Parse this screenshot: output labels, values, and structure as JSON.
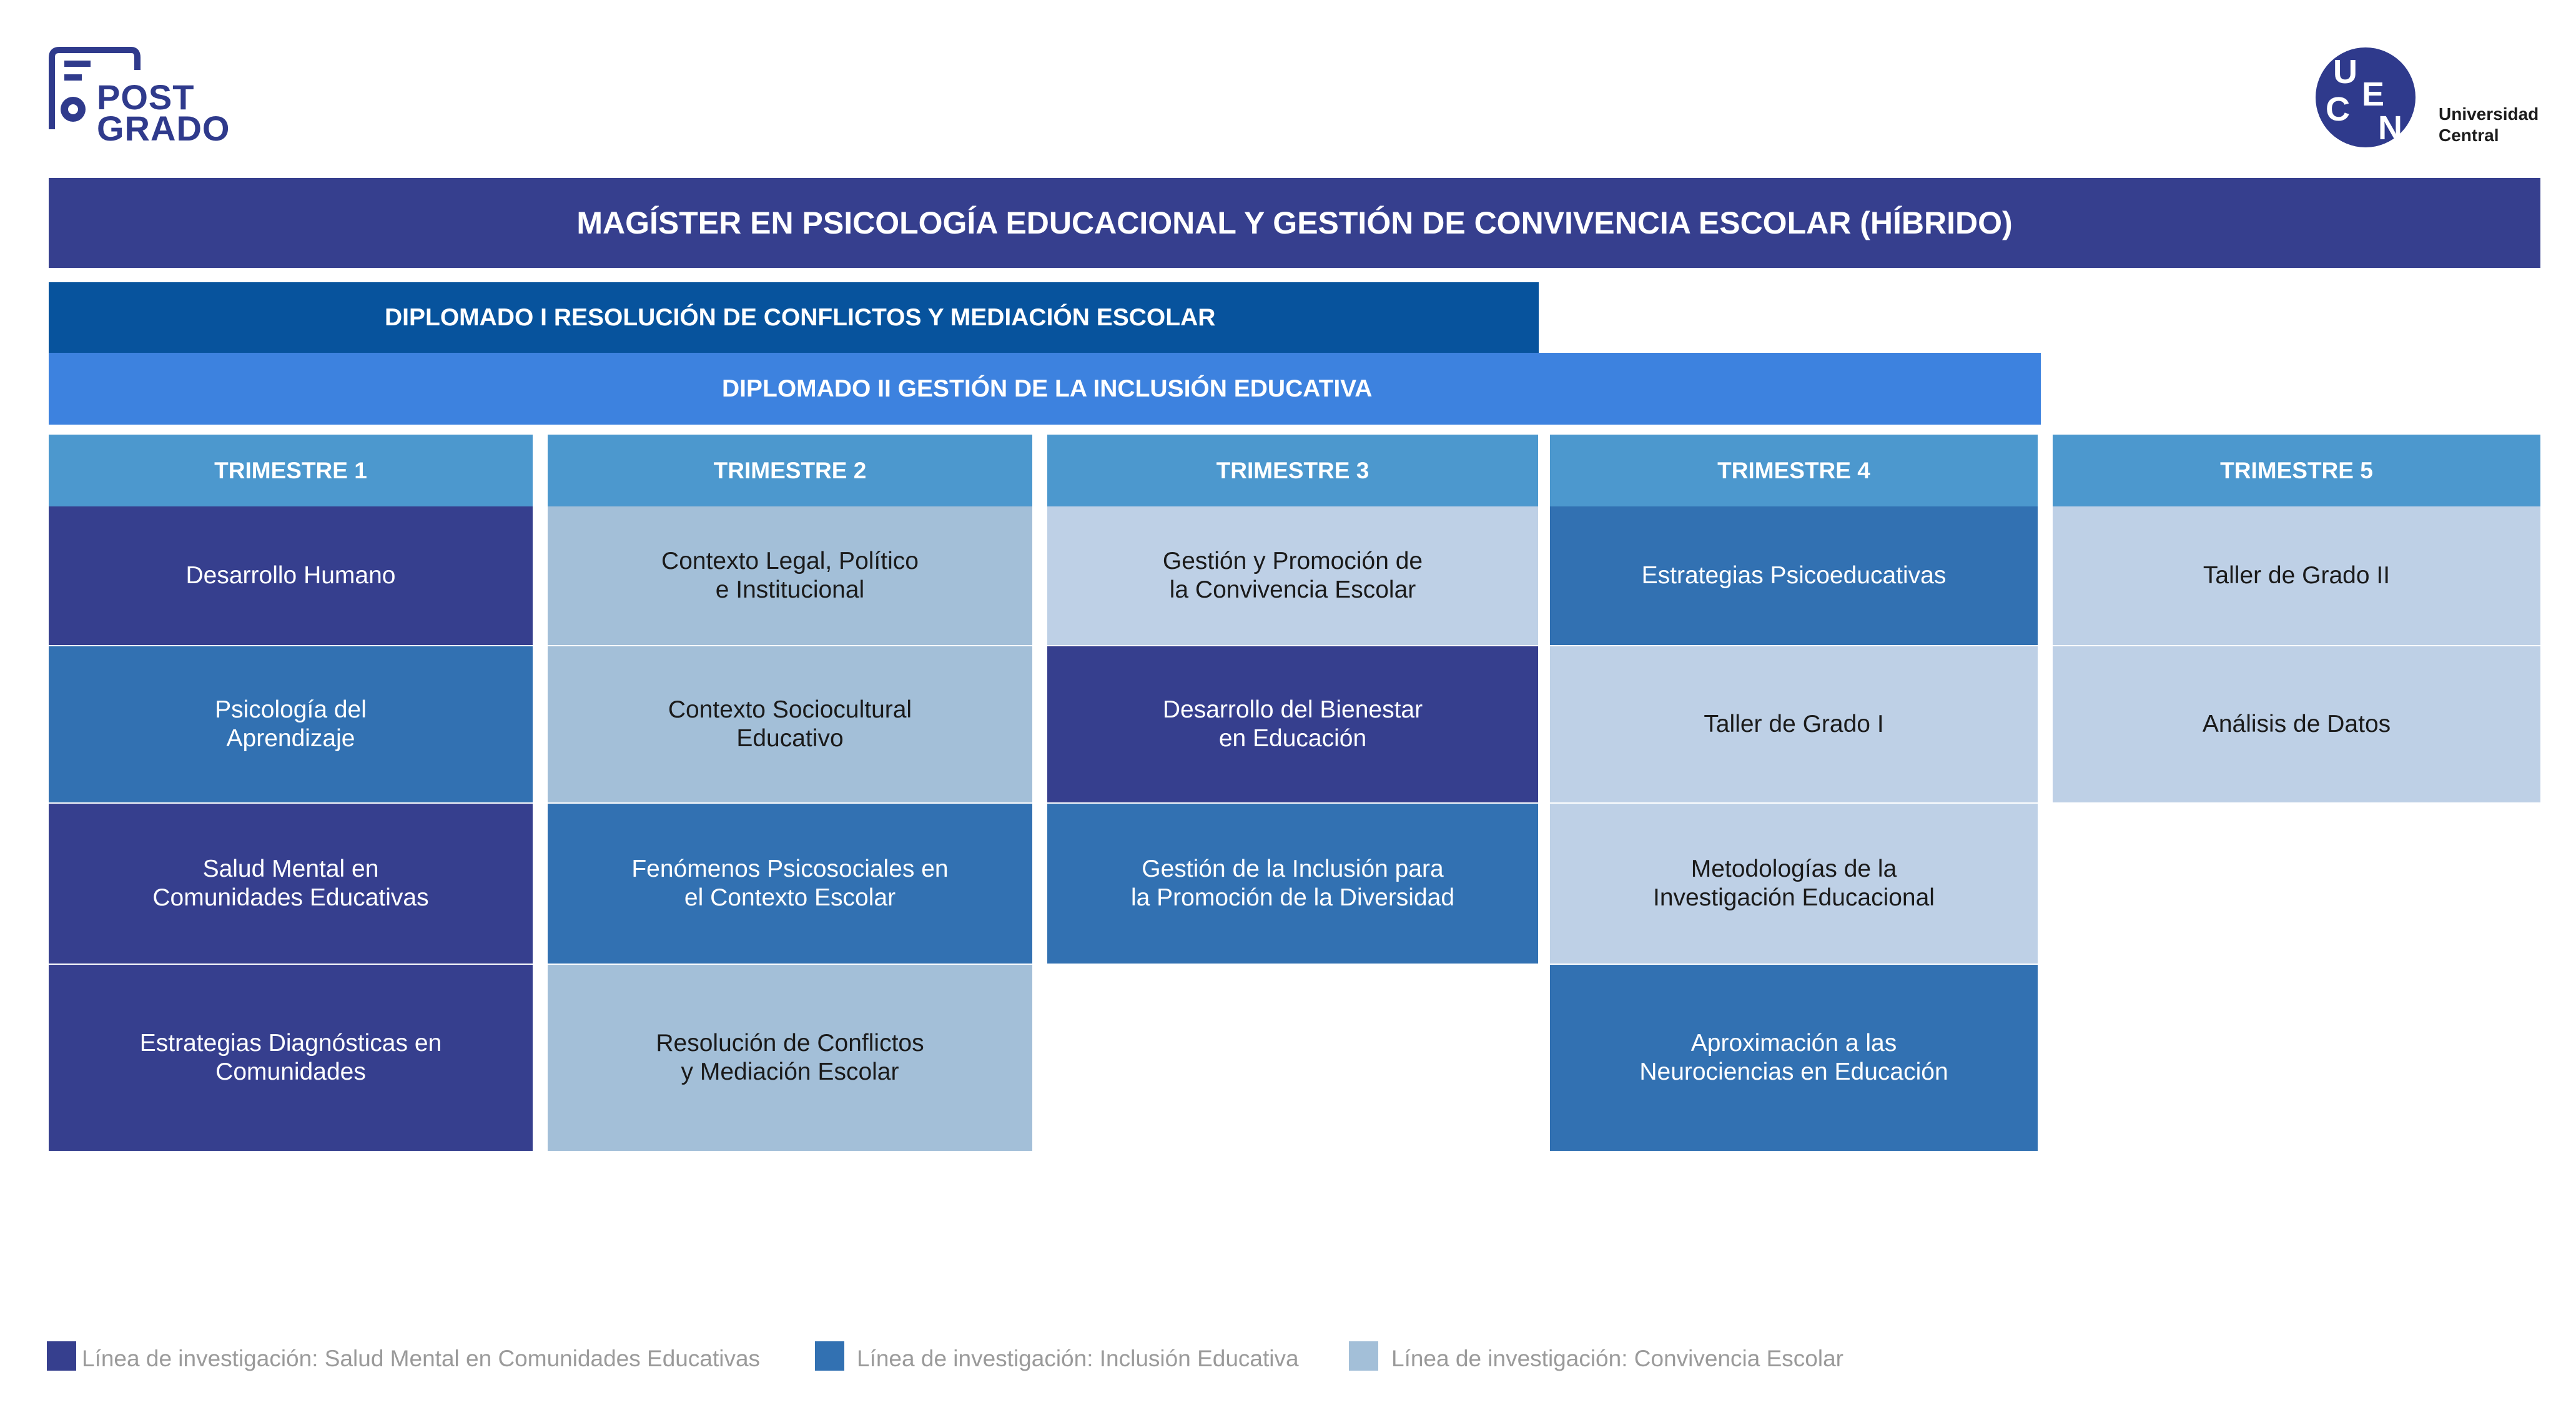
{
  "logos": {
    "postgrado": {
      "line1": "POST",
      "line2": "GRADO"
    },
    "universidad": {
      "letters": [
        "U",
        "C",
        "E",
        "N"
      ],
      "line1": "Universidad",
      "line2": "Central"
    }
  },
  "title": "MAGÍSTER EN PSICOLOGÍA EDUCACIONAL Y GESTIÓN DE CONVIVENCIA ESCOLAR (HÍBRIDO)",
  "diplomados": {
    "d1": "DIPLOMADO I RESOLUCIÓN DE CONFLICTOS Y MEDIACIÓN ESCOLAR",
    "d2": "DIPLOMADO II GESTIÓN DE LA INCLUSIÓN EDUCATIVA"
  },
  "trimestres": [
    {
      "header": "TRIMESTRE 1",
      "courses": [
        {
          "name": "Desarrollo Humano",
          "line": "salud"
        },
        {
          "name": "Psicología del\nAprendizaje",
          "line": "inclusion"
        },
        {
          "name": "Salud Mental en\nComunidades Educativas",
          "line": "salud"
        },
        {
          "name": "Estrategias Diagnósticas en\nComunidades",
          "line": "salud"
        }
      ]
    },
    {
      "header": "TRIMESTRE 2",
      "courses": [
        {
          "name": "Contexto Legal, Político\ne Institucional",
          "line": "convivencia"
        },
        {
          "name": "Contexto Sociocultural\nEducativo",
          "line": "convivencia"
        },
        {
          "name": "Fenómenos Psicosociales en\nel Contexto Escolar",
          "line": "inclusion"
        },
        {
          "name": "Resolución de Conflictos\ny Mediación Escolar",
          "line": "convivencia"
        }
      ]
    },
    {
      "header": "TRIMESTRE 3",
      "courses": [
        {
          "name": "Gestión y Promoción de\nla Convivencia Escolar",
          "line": "light"
        },
        {
          "name": "Desarrollo del Bienestar\nen Educación",
          "line": "salud"
        },
        {
          "name": "Gestión de la Inclusión para\nla Promoción de la Diversidad",
          "line": "inclusion"
        }
      ]
    },
    {
      "header": "TRIMESTRE 4",
      "courses": [
        {
          "name": "Estrategias Psicoeducativas",
          "line": "inclusion"
        },
        {
          "name": "Taller de Grado I",
          "line": "light"
        },
        {
          "name": "Metodologías de la\nInvestigación Educacional",
          "line": "light"
        },
        {
          "name": "Aproximación a las\nNeurociencias en Educación",
          "line": "inclusion"
        }
      ]
    },
    {
      "header": "TRIMESTRE 5",
      "courses": [
        {
          "name": "Taller de Grado II",
          "line": "light"
        },
        {
          "name": "Análisis de Datos",
          "line": "light"
        }
      ]
    }
  ],
  "legend": [
    {
      "label": "Línea de investigación: Salud Mental en Comunidades Educativas",
      "color": "#363f8e"
    },
    {
      "label": "Línea de investigación: Inclusión Educativa",
      "color": "#3271b2"
    },
    {
      "label": "Línea de investigación: Convivencia Escolar",
      "color": "#a3bfd8"
    }
  ],
  "colors": {
    "title_bar": "#363f8e",
    "diplomado1": "#07539d",
    "diplomado2": "#3d82df",
    "trimestre_header": "#4c98ce",
    "salud": "#363f8e",
    "inclusion": "#3271b2",
    "convivencia": "#a3bfd8",
    "light": "#bed0e6"
  }
}
